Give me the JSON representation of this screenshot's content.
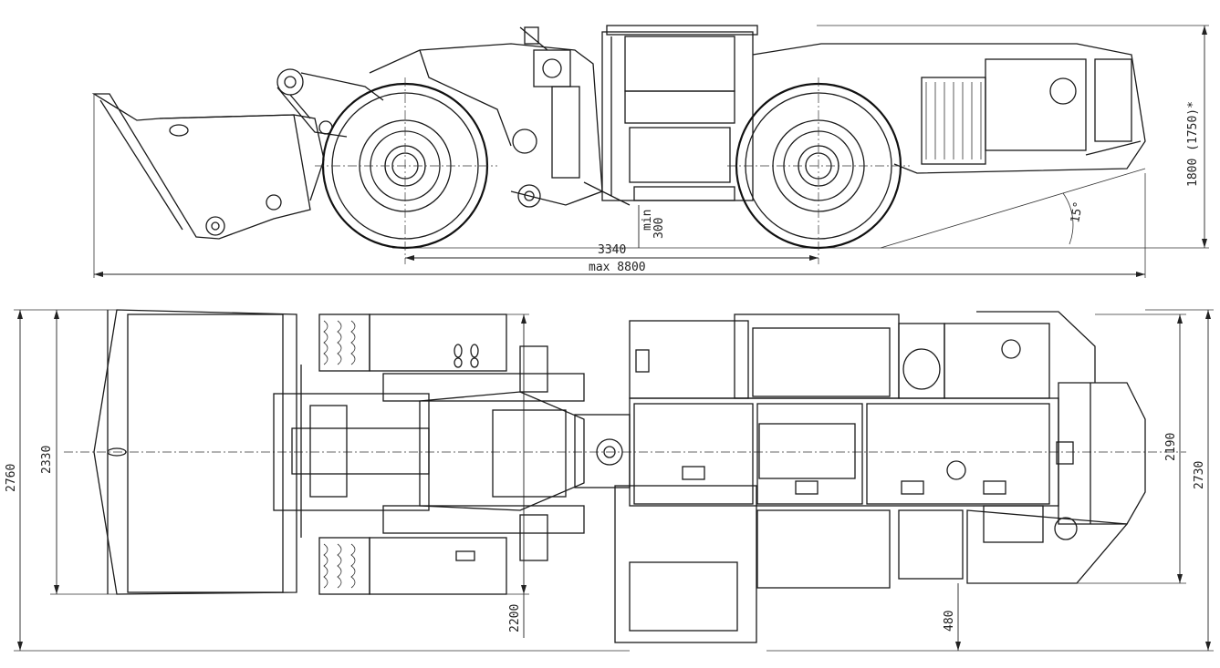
{
  "dimensions": {
    "side": {
      "height": "1800 (1750)*",
      "clearance_label": "min",
      "clearance_value": "300",
      "wheelbase": "3340",
      "length": "max 8800",
      "angle": "15°"
    },
    "top": {
      "overall_width": "2760",
      "bucket_width": "2330",
      "tyre_width": "2200",
      "offset": "480",
      "frame_width": "2190",
      "cab_width": "2730"
    }
  }
}
